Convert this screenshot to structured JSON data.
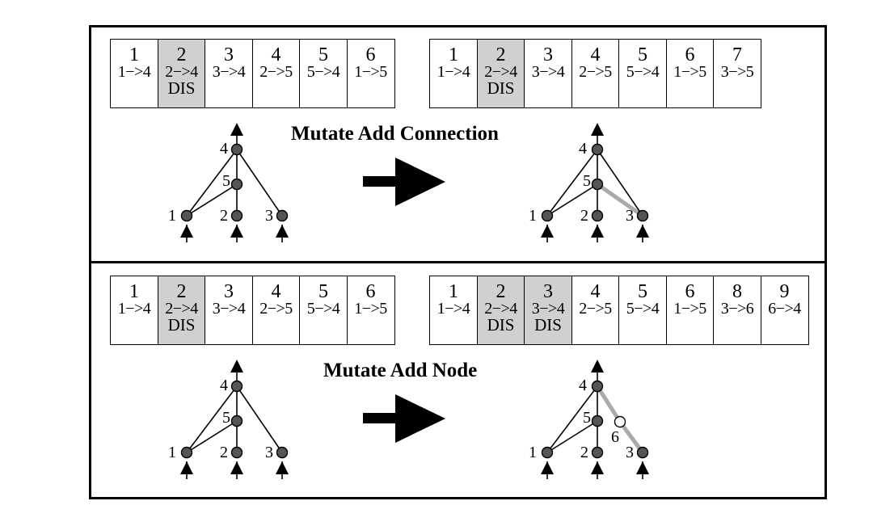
{
  "panels": [
    {
      "title": "Mutate Add Connection",
      "before_genome": [
        {
          "num": "1",
          "conn": "1−>4",
          "dis": ""
        },
        {
          "num": "2",
          "conn": "2−>4",
          "dis": "DIS"
        },
        {
          "num": "3",
          "conn": "3−>4",
          "dis": ""
        },
        {
          "num": "4",
          "conn": "2−>5",
          "dis": ""
        },
        {
          "num": "5",
          "conn": "5−>4",
          "dis": ""
        },
        {
          "num": "6",
          "conn": "1−>5",
          "dis": ""
        }
      ],
      "after_genome": [
        {
          "num": "1",
          "conn": "1−>4",
          "dis": ""
        },
        {
          "num": "2",
          "conn": "2−>4",
          "dis": "DIS"
        },
        {
          "num": "3",
          "conn": "3−>4",
          "dis": ""
        },
        {
          "num": "4",
          "conn": "2−>5",
          "dis": ""
        },
        {
          "num": "5",
          "conn": "5−>4",
          "dis": ""
        },
        {
          "num": "6",
          "conn": "1−>5",
          "dis": ""
        },
        {
          "num": "7",
          "conn": "3−>5",
          "dis": ""
        }
      ],
      "node_labels": {
        "n1": "1",
        "n2": "2",
        "n3": "3",
        "n4": "4",
        "n5": "5"
      }
    },
    {
      "title": "Mutate Add Node",
      "before_genome": [
        {
          "num": "1",
          "conn": "1−>4",
          "dis": ""
        },
        {
          "num": "2",
          "conn": "2−>4",
          "dis": "DIS"
        },
        {
          "num": "3",
          "conn": "3−>4",
          "dis": ""
        },
        {
          "num": "4",
          "conn": "2−>5",
          "dis": ""
        },
        {
          "num": "5",
          "conn": "5−>4",
          "dis": ""
        },
        {
          "num": "6",
          "conn": "1−>5",
          "dis": ""
        }
      ],
      "after_genome": [
        {
          "num": "1",
          "conn": "1−>4",
          "dis": ""
        },
        {
          "num": "2",
          "conn": "2−>4",
          "dis": "DIS"
        },
        {
          "num": "3",
          "conn": "3−>4",
          "dis": "DIS"
        },
        {
          "num": "4",
          "conn": "2−>5",
          "dis": ""
        },
        {
          "num": "5",
          "conn": "5−>4",
          "dis": ""
        },
        {
          "num": "6",
          "conn": "1−>5",
          "dis": ""
        },
        {
          "num": "8",
          "conn": "3−>6",
          "dis": ""
        },
        {
          "num": "9",
          "conn": "6−>4",
          "dis": ""
        }
      ],
      "node_labels": {
        "n1": "1",
        "n2": "2",
        "n3": "3",
        "n4": "4",
        "n5": "5",
        "n6": "6"
      }
    }
  ],
  "colors": {
    "disabled_gene": "#d0d0d0",
    "new_edge": "#aaaaaa",
    "node_fill": "#555555",
    "new_node_fill": "#ffffff"
  }
}
